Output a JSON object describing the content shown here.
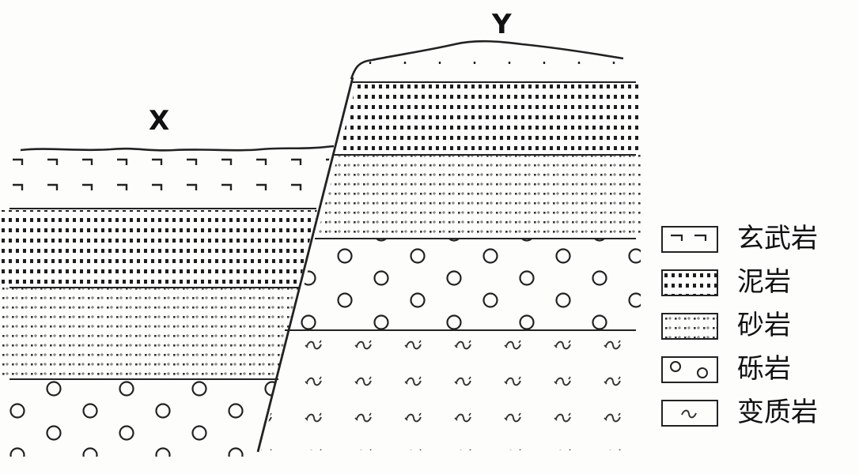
{
  "diagram": {
    "label_x": "X",
    "label_y": "Y"
  },
  "legend": {
    "items": [
      {
        "key": "basalt",
        "label": "玄武岩"
      },
      {
        "key": "mudstone",
        "label": "泥岩"
      },
      {
        "key": "sandstone",
        "label": "砂岩"
      },
      {
        "key": "conglomerate",
        "label": "砾岩"
      },
      {
        "key": "metamorphic",
        "label": "变质岩"
      }
    ]
  },
  "colors": {
    "ink": "#222222",
    "background": "#fdfdfb"
  }
}
